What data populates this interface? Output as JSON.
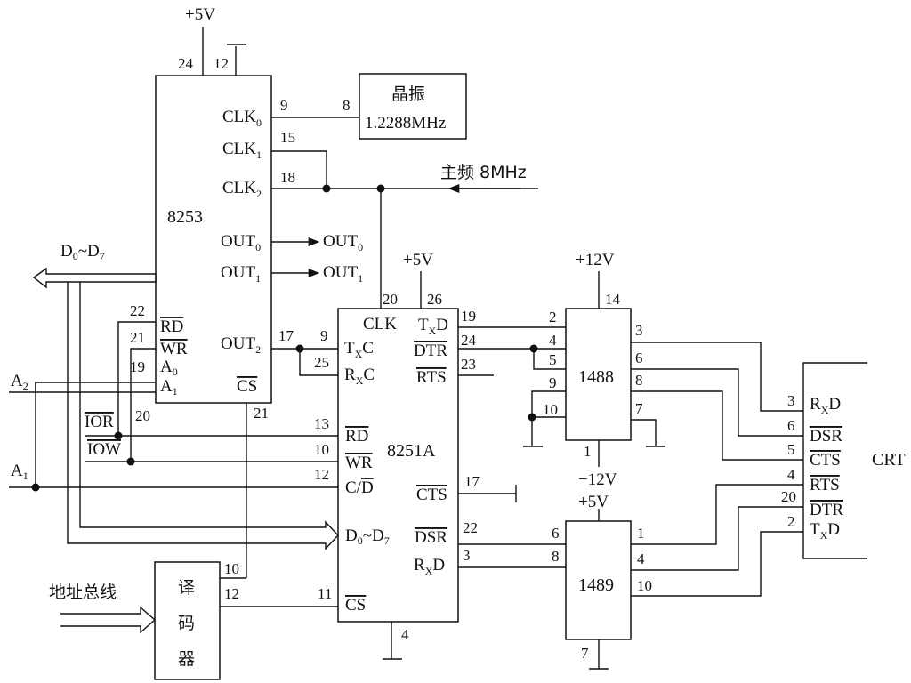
{
  "u8253": {
    "name": "8253",
    "pin_clk0": "CLK",
    "pin_clk0_sub": "0",
    "pin_clk1": "CLK",
    "pin_clk1_sub": "1",
    "pin_clk2": "CLK",
    "pin_clk2_sub": "2",
    "pin_out0": "OUT",
    "pin_out0_sub": "0",
    "pin_out1": "OUT",
    "pin_out1_sub": "1",
    "pin_out2": "OUT",
    "pin_out2_sub": "2",
    "pin_rd": "RD",
    "pin_wr": "WR",
    "pin_a0": "A",
    "pin_a0_sub": "0",
    "pin_a1": "A",
    "pin_a1_sub": "1",
    "pin_cs": "CS",
    "n24": "24",
    "n12": "12",
    "n9": "9",
    "n15": "15",
    "n18": "18",
    "n17": "17",
    "n22": "22",
    "n21": "21",
    "n19": "19",
    "n20": "20",
    "n21b": "21"
  },
  "crystal": {
    "label": "晶振",
    "freq": "1.2288MHz",
    "pin": "8"
  },
  "main_freq": "主频 8MHz",
  "out_labels": {
    "out0": "OUT",
    "out0_sub": "0",
    "out1": "OUT",
    "out1_sub": "1"
  },
  "bus": {
    "data": "D",
    "data_sub0": "0",
    "data_tilde": "~D",
    "data_sub7": "7",
    "a2": "A",
    "a2_sub": "2",
    "a1": "A",
    "a1_sub": "1",
    "ior": "IOR",
    "iow": "IOW",
    "addr_bus": "地址总线"
  },
  "decoder": {
    "c1": "译",
    "c2": "码",
    "c3": "器",
    "p10": "10",
    "p12": "12"
  },
  "power": {
    "p5v_8253": "+5V",
    "p5v_8251": "+5V",
    "p12v": "+12V",
    "m12v": "−12V",
    "p5v_1489": "+5V"
  },
  "u8251": {
    "name": "8251A",
    "clk": "CLK",
    "txc": "T",
    "txc_sub": "X",
    "txc_end": "C",
    "rxc": "R",
    "rxc_sub": "X",
    "rxc_end": "C",
    "rd": "RD",
    "wr": "WR",
    "cd_c": "C/",
    "cd_d": "D",
    "d": "D",
    "d_sub0": "0",
    "d_tilde": "~D",
    "d_sub7": "7",
    "cs": "CS",
    "txd": "T",
    "txd_sub": "X",
    "txd_end": "D",
    "dtr": "DTR",
    "rts": "RTS",
    "cts": "CTS",
    "dsr": "DSR",
    "rxd": "R",
    "rxd_sub": "X",
    "rxd_end": "D",
    "n20": "20",
    "n26": "26",
    "n9": "9",
    "n25": "25",
    "n13": "13",
    "n10": "10",
    "n12": "12",
    "n11": "11",
    "n19": "19",
    "n24": "24",
    "n23": "23",
    "n17": "17",
    "n22": "22",
    "n3": "3",
    "n4": "4"
  },
  "u1488": {
    "name": "1488",
    "n14": "14",
    "n2": "2",
    "n4": "4",
    "n5": "5",
    "n9": "9",
    "n10": "10",
    "n3": "3",
    "n6": "6",
    "n8": "8",
    "n7": "7",
    "n1": "1"
  },
  "u1489": {
    "name": "1489",
    "n6": "6",
    "n8": "8",
    "n1": "1",
    "n4": "4",
    "n10": "10",
    "n7": "7"
  },
  "crt": {
    "name": "CRT",
    "rxd": "R",
    "rxd_sub": "X",
    "rxd_end": "D",
    "dsr": "DSR",
    "cts": "CTS",
    "rts": "RTS",
    "dtr": "DTR",
    "txd": "T",
    "txd_sub": "X",
    "txd_end": "D",
    "n3": "3",
    "n6": "6",
    "n5": "5",
    "n4": "4",
    "n20": "20",
    "n2": "2"
  }
}
